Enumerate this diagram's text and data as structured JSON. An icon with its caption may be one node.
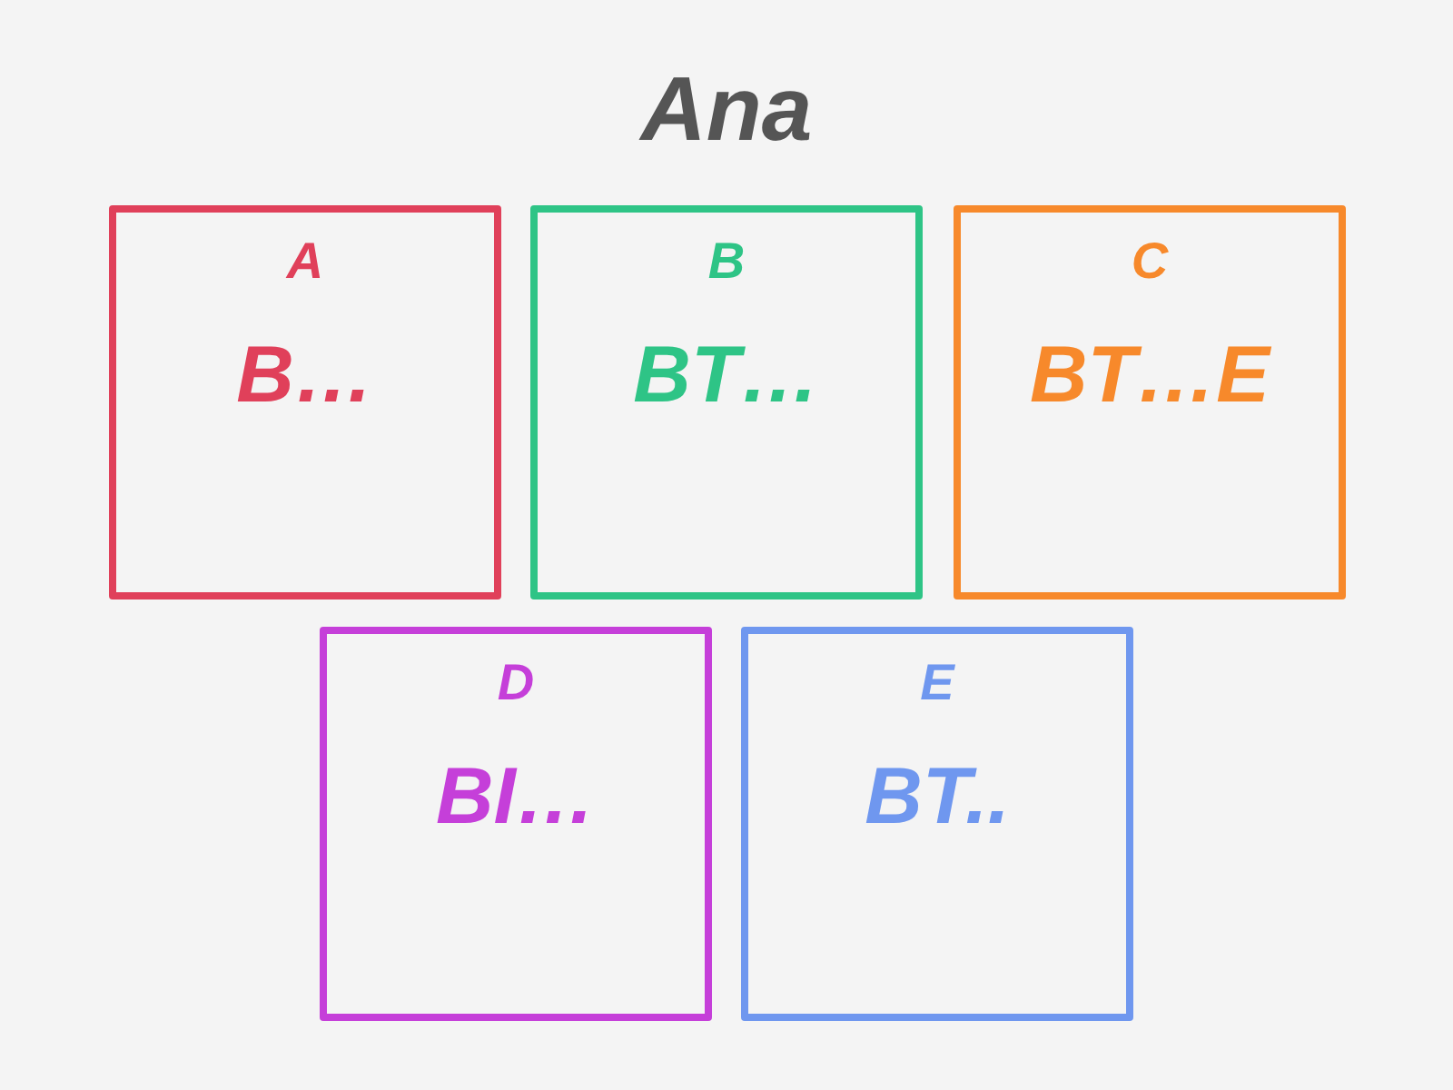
{
  "diagram": {
    "title": "Ana",
    "nodes": [
      {
        "text": [
          "A",
          "B…"
        ]
      },
      {
        "text": [
          "B",
          "BT…"
        ]
      },
      {
        "text": [
          "C",
          "BT…E"
        ]
      },
      {
        "text": [
          "D",
          "BI…"
        ]
      },
      {
        "text": [
          "E",
          "BT.."
        ]
      }
    ]
  }
}
